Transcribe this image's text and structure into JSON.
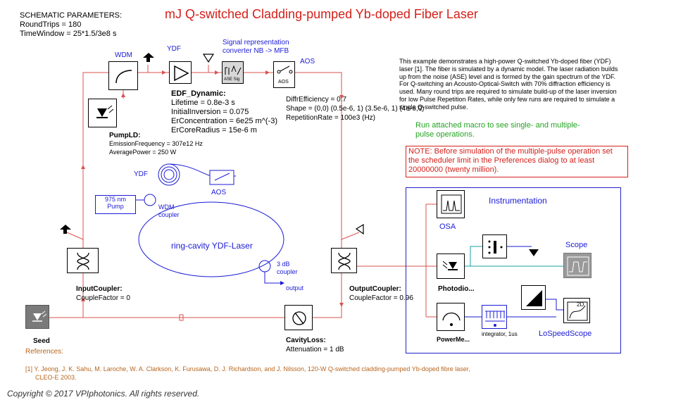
{
  "title": "mJ Q-switched Cladding-pumped Yb-doped Fiber Laser",
  "schematic_params": {
    "heading": "SCHEMATIC PARAMETERS:",
    "round_trips": "RoundTrips = 180",
    "time_window": "TimeWindow = 25*1.5/3e8 s"
  },
  "labels": {
    "wdm": "WDM",
    "ydf": "YDF",
    "signal_converter_line1": "Signal representation",
    "signal_converter_line2": "converter NB -> MFB",
    "aos": "AOS",
    "ase_sig": "ASE  Sig",
    "aos_icon": "AOS"
  },
  "edf": {
    "name": "EDF_Dynamic:",
    "lifetime": "Lifetime = 0.8e-3 s",
    "inversion": "InitialInversion = 0.075",
    "concentration": "ErConcentration = 6e25 m^(-3)",
    "core_radius": "ErCoreRadius = 15e-6 m"
  },
  "aos_params": {
    "diffr": "DiffrEfficiency = 0.7",
    "shape": "Shape = (0,0) (0.5e-6, 1)  (3.5e-6, 1) (4e-6,0)",
    "rep": "RepetitionRate = 100e3 (Hz)"
  },
  "pump": {
    "name": "PumpLD:",
    "freq": "EmissionFrequency = 307e12 Hz",
    "power": "AveragePower = 250 W"
  },
  "description": "This example demonstrates a high-power Q-switched Yb-doped fiber (YDF) laser [1]. The fiber is simulated by a dynamic model. The laser radiation builds up from the noise (ASE) level and is formed by the gain spectrum of the YDF. For Q-switching an Acousto-Optical-Switch with 70% diffraction efficiency is used. Many round trips are required to simulate build-up of the laser inversion for low Pulse Repetition Rates, while only few runs are required to simulate a single Q-switched pulse.",
  "macro_hint_line1": "Run attached macro to see single- and multiple-",
  "macro_hint_line2": "pulse operations.",
  "note": "NOTE: Before simulation of the multiple-pulse operation set the scheduler limit in the Preferences dialog to at least 20000000 (twenty million).",
  "ring": {
    "ydf": "YDF",
    "aos": "AOS",
    "pump_line1": "975 nm",
    "pump_line2": "Pump",
    "wdm_line1": "WDM",
    "wdm_line2": "coupler",
    "title": "ring-cavity YDF-Laser",
    "coupler_line1": "3 dB",
    "coupler_line2": "coupler",
    "output": "output"
  },
  "input_coupler": {
    "name": "InputCoupler:",
    "factor": "CoupleFactor = 0"
  },
  "output_coupler": {
    "name": "OutputCoupler:",
    "factor": "CoupleFactor = 0.96"
  },
  "cavity_loss": {
    "name": "CavityLoss:",
    "attenuation": "Attenuation = 1 dB"
  },
  "seed": "Seed",
  "references_label": "References:",
  "reference_line1": "[1] Y. Jeong, J. K. Sahu, M. Laroche, W. A. Clarkson, K. Furusawa, D. J. Richardson, and J. Nilsson, 120-W Q-switched cladding-pumped Yb-doped fibre laser,",
  "reference_line2": "CLEO-E 2003.",
  "instrumentation": {
    "title": "Instrumentation",
    "osa": "OSA",
    "scope": "Scope",
    "photodiode": "Photodio...",
    "powermeter": "PowerMe...",
    "integrator": "integrator, 1us",
    "lowspeed": "LoSpeedScope",
    "twod": "2D"
  },
  "copyright": "Copyright © 2017 VPIphotonics. All rights reserved.",
  "colors": {
    "wire": "#d9534f",
    "blue": "#1b1bd6",
    "green": "#22a322",
    "red": "#d4201a",
    "brown": "#b8661f"
  }
}
